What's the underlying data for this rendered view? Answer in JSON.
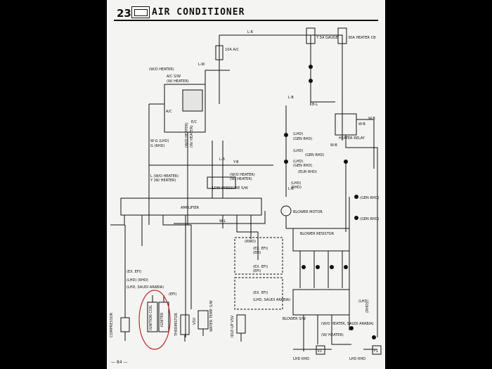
{
  "page": {
    "section_number": "23",
    "section_title": "AIR CONDITIONER",
    "page_number": "— 84 —"
  },
  "fuses": {
    "ac_fuse": "10A A/C",
    "gauge_fuse": "7.5A GAUGE",
    "heater_fuse": "30A HEATER CB"
  },
  "wire_colors": {
    "top_main": "L-R",
    "feed_ac": "L-W",
    "feed_blower": "L-B",
    "feed_heater": "W-B",
    "heater_out": "B-L",
    "relay_b": "W-B",
    "mid_lb": "L-B",
    "mid_yb": "Y-B",
    "amp_wl": "W-L",
    "blower_lg": "L-B",
    "bottom_wb": "W-B"
  },
  "labels": {
    "wo_heater_top": "(W/O HEATER)",
    "ac_sw": "A/C S/W",
    "w_heater_sub": "(W/ HEATER)",
    "ec": "E/C",
    "w_heater_lhd": "W-G (LHD)",
    "o_rhd": "G (RHD)",
    "ac_label": "A/C",
    "heater_sw_lbl": "(W/O HEATER)",
    "heater_sw_lbl2": "(W/ HEATER)",
    "lwo_heater": "L (W/O HEATER)",
    "yw_heater": "Y (W/ HEATER)",
    "wo_heater_r": "(W/O HEATER)",
    "w_heater_r": "(W/ HEATER)",
    "low_pressure": "LOW PRESSURE S/W",
    "amplifier": "AMPLIFIER",
    "lhd1": "(LHD)",
    "gen_rhd1": "(GEN RHD)",
    "lhd2": "(LHD)",
    "gen_rhd2": "(GEN RHD)",
    "lhd3": "(LHD)",
    "gen_rhd3": "(GEN RHD)",
    "eur_rhd": "(EUR RHD)",
    "heater_relay": "HEATER RELAY",
    "gen_rhd4": "(GEN RHD)",
    "gen_rhd5": "(GEN RHD)",
    "lhd4": "(LHD)",
    "rhd4": "(RHD)",
    "blower_motor": "BLOWER MOTOR",
    "blower_resistor": "BLOWER RESISTOR",
    "blower_sw": "BLOWER S/W",
    "rwd": "(RWD)",
    "ex_efi1": "(EX. EFI)",
    "efi1": "(EFI)",
    "ex_efi2": "(EX. EFI)",
    "efi2": "(EFI)",
    "ex_efi3": "(EX. EFI)",
    "lhd_saudi": "(LHD, SAUDI ARABIA)",
    "ex_efi_left": "(EX. EFI)",
    "lhd_rhd_left": "(LHD) (RHD)",
    "lhd_saudi_left": "(LHD, SAUDI ARABIA)",
    "efi_left": "(EFI)",
    "compressor": "COMPRESSOR",
    "ignition_coil": "IGNITION COIL",
    "igniter": "IGNITER",
    "thermistor": "THERMISTOR",
    "vsv": "VSV",
    "idle_up_vsv": "IDLE-UP VSV",
    "water_temp": "WATER TEMP. S/W",
    "wo_heater_bot": "(W/O HEATER, SAUDI ARABIA)",
    "w_heater_bot": "(W/ HEATER)",
    "lhd_bot": "(LHD)",
    "rhd_bot": "(RHD)",
    "ground_e1": "E1",
    "ground_f1": "F1",
    "ground_e1_note": "LHD RHD",
    "ground_f1_note": "LHD RHD"
  }
}
